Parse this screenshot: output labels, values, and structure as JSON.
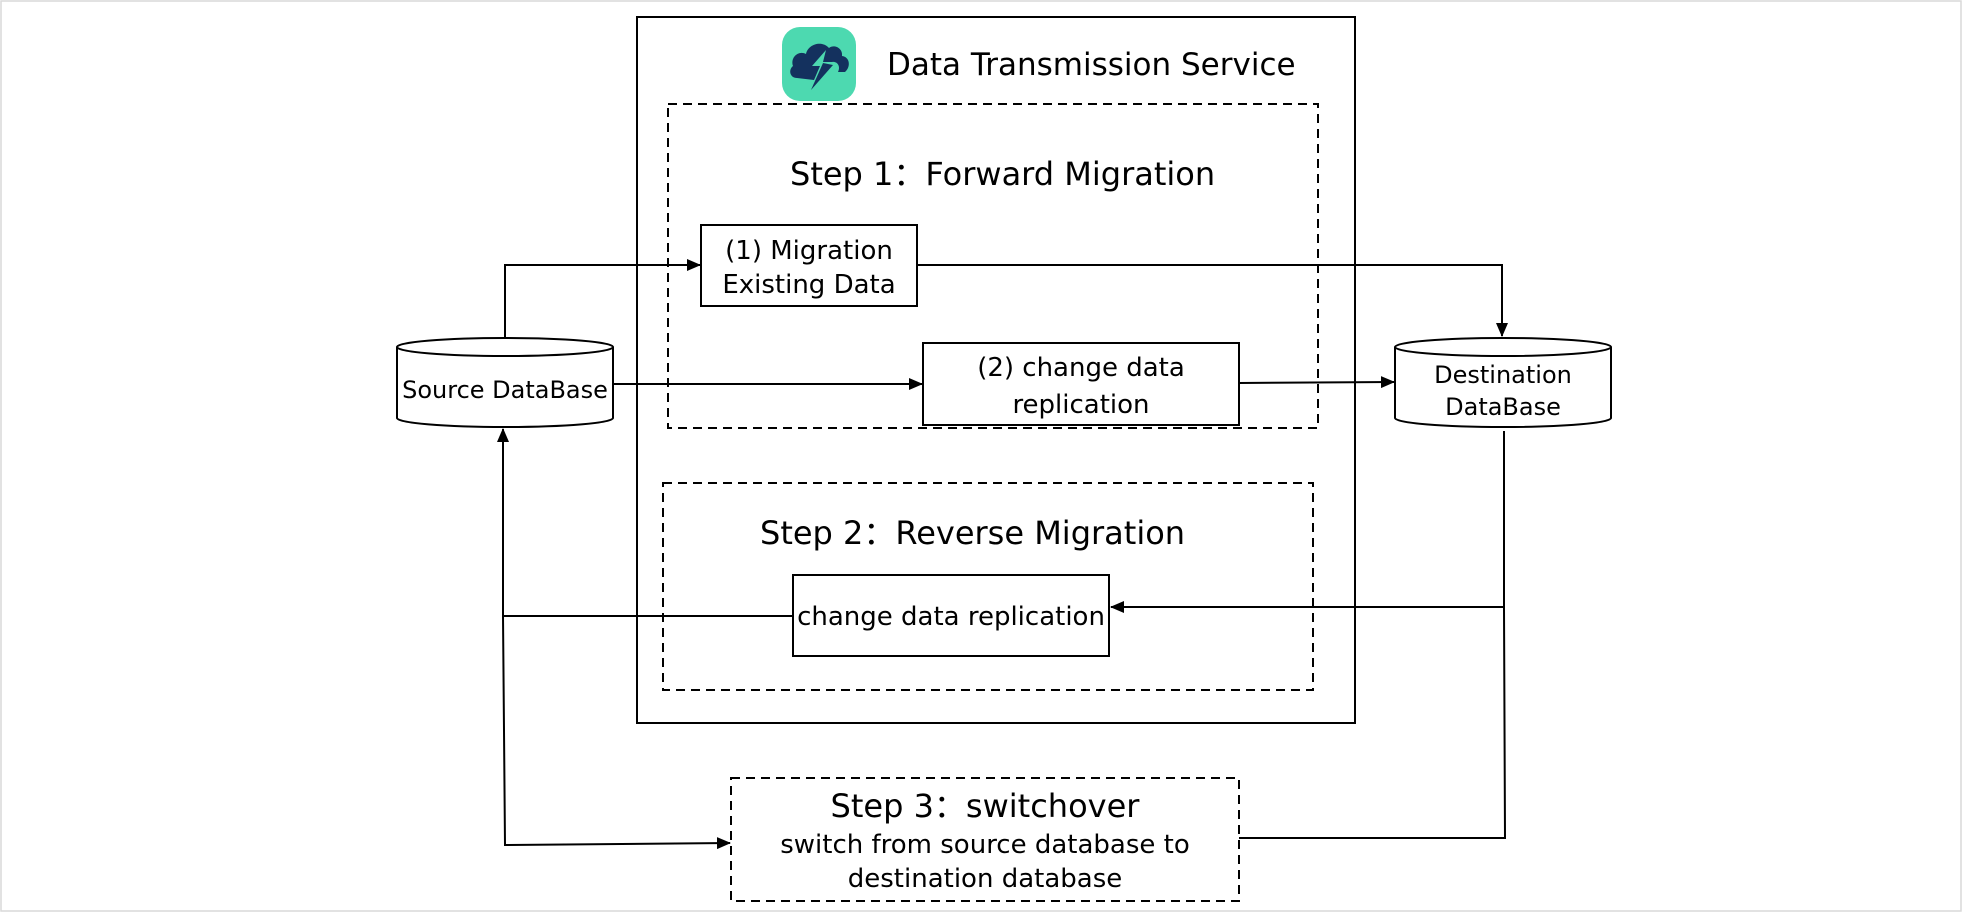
{
  "colors": {
    "step_title": "#8b1a10",
    "logo_background": "#4dd9b0",
    "logo_foreground": "#14315e",
    "line": "#000000"
  },
  "service": {
    "title": "Data Transmission Service",
    "logo_icon": "cloud-lightning-icon"
  },
  "step1": {
    "title": "Step 1：Forward Migration",
    "box1_line1": "(1) Migration",
    "box1_line2": "Existing Data",
    "box2_line1": "(2) change data",
    "box2_line2": "replication"
  },
  "step2": {
    "title": "Step 2：Reverse Migration",
    "box_label": "change data replication"
  },
  "step3": {
    "title": "Step 3：switchover",
    "line1": "switch from source database to",
    "line2": "destination database"
  },
  "source_db": {
    "label": "Source DataBase"
  },
  "dest_db": {
    "label_line1": "Destination",
    "label_line2": "DataBase"
  }
}
